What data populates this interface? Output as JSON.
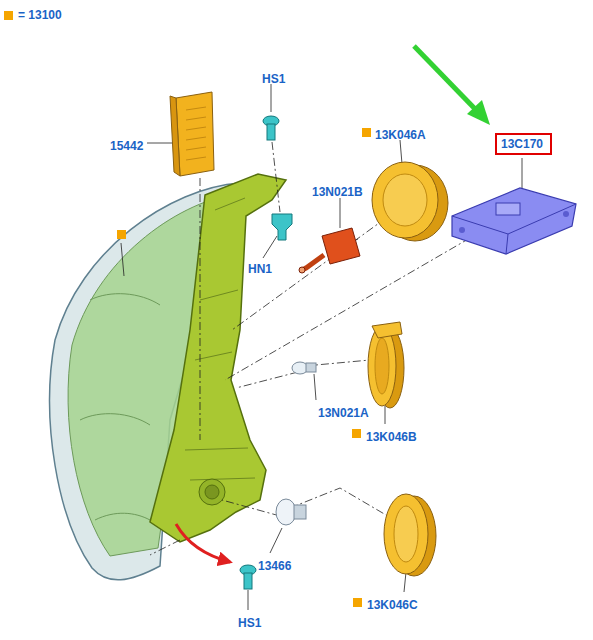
{
  "diagram": {
    "nodes": [
      {
        "text": [
          "13C170"
        ]
      }
    ],
    "edges": [],
    "labels": [
      "15442",
      "HS1",
      "HN1",
      "13K046A",
      "13N021B",
      "13N021A",
      "13K046B",
      "13466",
      "HS1",
      "13K046C"
    ],
    "legend": [
      {
        "text": "= 13100",
        "color": "#f5a500"
      }
    ]
  }
}
